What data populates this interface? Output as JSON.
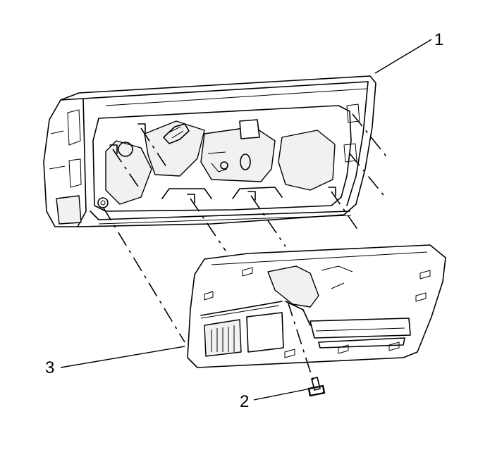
{
  "callouts": {
    "door_frame": "1",
    "screw": "2",
    "trim_panel": "3"
  },
  "colors": {
    "line": "#000000",
    "background": "#ffffff"
  }
}
